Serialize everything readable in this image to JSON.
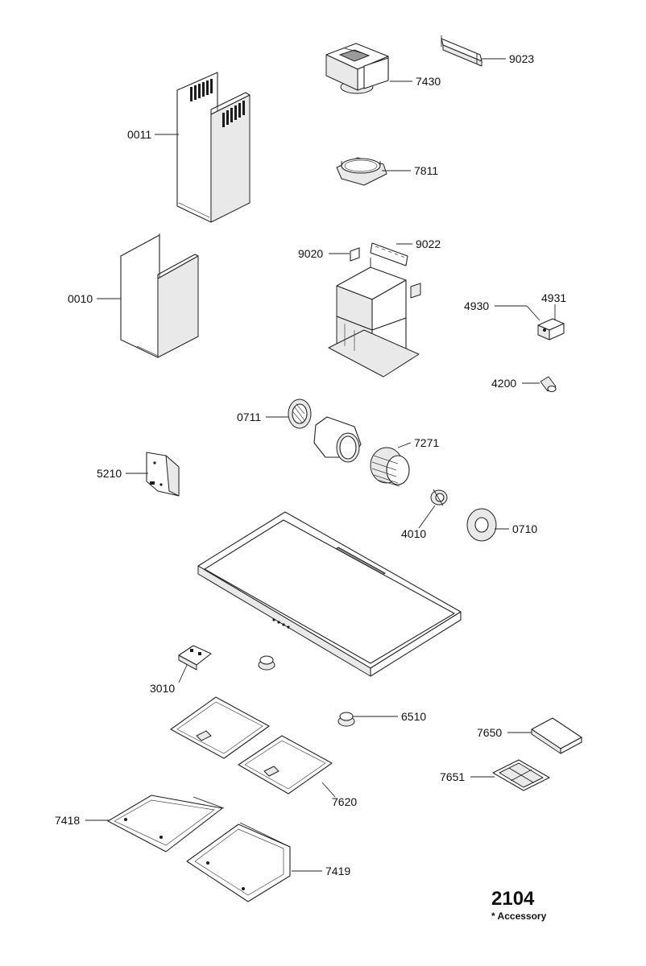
{
  "parts": [
    {
      "id": "chimney-upper",
      "code": "0011"
    },
    {
      "id": "chimney-lower",
      "code": "0010"
    },
    {
      "id": "air-outlet",
      "code": "7430"
    },
    {
      "id": "bracket-top",
      "code": "9023"
    },
    {
      "id": "flange-ring",
      "code": "7811"
    },
    {
      "id": "clip-left",
      "code": "9020"
    },
    {
      "id": "rail-bracket",
      "code": "9022"
    },
    {
      "id": "junction-box",
      "code": "4930"
    },
    {
      "id": "junction-box-cover",
      "code": "4931"
    },
    {
      "id": "lamp",
      "code": "4200"
    },
    {
      "id": "grille-left",
      "code": "0711"
    },
    {
      "id": "fan-wheel",
      "code": "7271"
    },
    {
      "id": "control-board",
      "code": "5210"
    },
    {
      "id": "motor",
      "code": "4010"
    },
    {
      "id": "grille-right",
      "code": "0710"
    },
    {
      "id": "switch",
      "code": "3010"
    },
    {
      "id": "knob",
      "code": "6510"
    },
    {
      "id": "carbon-filter",
      "code": "7650"
    },
    {
      "id": "filter-frame",
      "code": "7651"
    },
    {
      "id": "grease-filter",
      "code": "7620"
    },
    {
      "id": "panel-left",
      "code": "7418"
    },
    {
      "id": "panel-right",
      "code": "7419"
    }
  ],
  "footer": {
    "diagram_code": "2104",
    "accessory_note": "* Accessory"
  }
}
